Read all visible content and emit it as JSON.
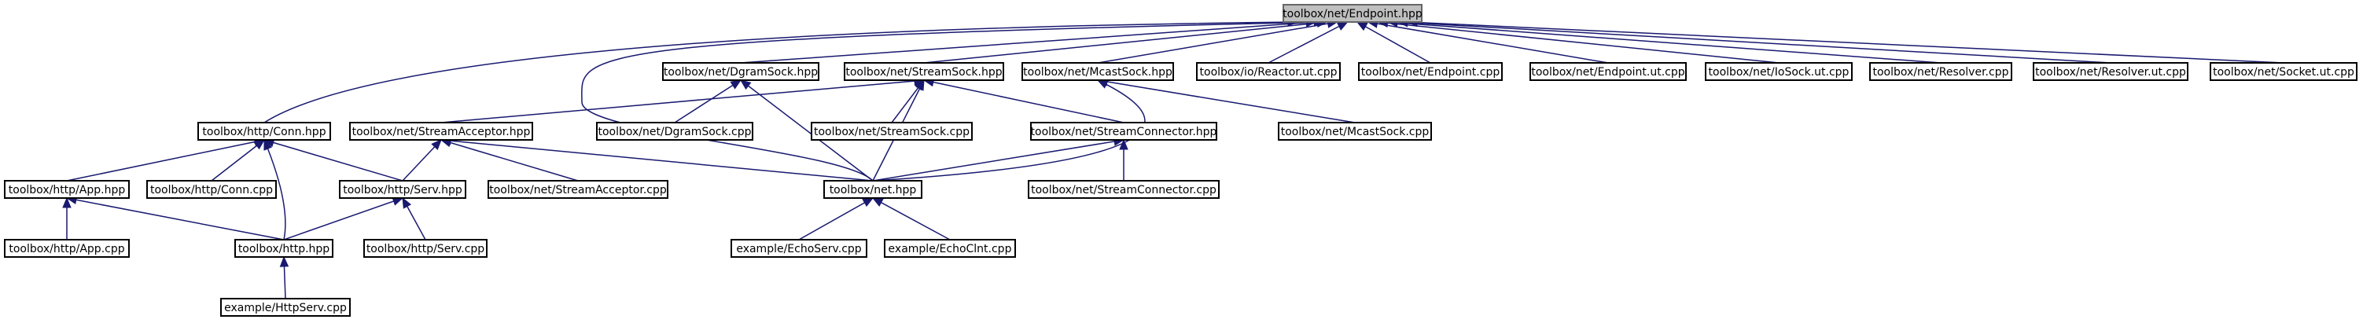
{
  "diagram": {
    "nodes": [
      {
        "id": "endpoint_hpp",
        "label": "toolbox/net/Endpoint.hpp",
        "root": true
      },
      {
        "id": "dgramsock_hpp",
        "label": "toolbox/net/DgramSock.hpp"
      },
      {
        "id": "streamsock_hpp",
        "label": "toolbox/net/StreamSock.hpp"
      },
      {
        "id": "mcastsock_hpp",
        "label": "toolbox/net/McastSock.hpp"
      },
      {
        "id": "reactor_ut",
        "label": "toolbox/io/Reactor.ut.cpp"
      },
      {
        "id": "endpoint_cpp",
        "label": "toolbox/net/Endpoint.cpp"
      },
      {
        "id": "endpoint_ut",
        "label": "toolbox/net/Endpoint.ut.cpp"
      },
      {
        "id": "iosock_ut",
        "label": "toolbox/net/IoSock.ut.cpp"
      },
      {
        "id": "resolver_cpp",
        "label": "toolbox/net/Resolver.cpp"
      },
      {
        "id": "resolver_ut",
        "label": "toolbox/net/Resolver.ut.cpp"
      },
      {
        "id": "socket_ut",
        "label": "toolbox/net/Socket.ut.cpp"
      },
      {
        "id": "conn_hpp",
        "label": "toolbox/http/Conn.hpp"
      },
      {
        "id": "streamacceptor_hpp",
        "label": "toolbox/net/StreamAcceptor.hpp"
      },
      {
        "id": "dgramsock_cpp",
        "label": "toolbox/net/DgramSock.cpp"
      },
      {
        "id": "streamsock_cpp",
        "label": "toolbox/net/StreamSock.cpp"
      },
      {
        "id": "streamconnector_hpp",
        "label": "toolbox/net/StreamConnector.hpp"
      },
      {
        "id": "mcastsock_cpp",
        "label": "toolbox/net/McastSock.cpp"
      },
      {
        "id": "app_hpp",
        "label": "toolbox/http/App.hpp"
      },
      {
        "id": "conn_cpp",
        "label": "toolbox/http/Conn.cpp"
      },
      {
        "id": "serv_hpp",
        "label": "toolbox/http/Serv.hpp"
      },
      {
        "id": "streamacceptor_cpp",
        "label": "toolbox/net/StreamAcceptor.cpp"
      },
      {
        "id": "net_hpp",
        "label": "toolbox/net.hpp"
      },
      {
        "id": "streamconnector_cpp",
        "label": "toolbox/net/StreamConnector.cpp"
      },
      {
        "id": "app_cpp",
        "label": "toolbox/http/App.cpp"
      },
      {
        "id": "http_hpp",
        "label": "toolbox/http.hpp"
      },
      {
        "id": "serv_cpp",
        "label": "toolbox/http/Serv.cpp"
      },
      {
        "id": "echoserv_cpp",
        "label": "example/EchoServ.cpp"
      },
      {
        "id": "echoclnt_cpp",
        "label": "example/EchoClnt.cpp"
      },
      {
        "id": "httpserv_cpp",
        "label": "example/HttpServ.cpp"
      }
    ],
    "edges": [
      {
        "from": "dgramsock_hpp",
        "to": "endpoint_hpp"
      },
      {
        "from": "streamsock_hpp",
        "to": "endpoint_hpp"
      },
      {
        "from": "mcastsock_hpp",
        "to": "endpoint_hpp"
      },
      {
        "from": "reactor_ut",
        "to": "endpoint_hpp"
      },
      {
        "from": "endpoint_cpp",
        "to": "endpoint_hpp"
      },
      {
        "from": "endpoint_ut",
        "to": "endpoint_hpp"
      },
      {
        "from": "iosock_ut",
        "to": "endpoint_hpp"
      },
      {
        "from": "resolver_cpp",
        "to": "endpoint_hpp"
      },
      {
        "from": "resolver_ut",
        "to": "endpoint_hpp"
      },
      {
        "from": "socket_ut",
        "to": "endpoint_hpp"
      },
      {
        "from": "conn_hpp",
        "to": "endpoint_hpp"
      },
      {
        "from": "net_hpp",
        "to": "endpoint_hpp"
      },
      {
        "from": "dgramsock_cpp",
        "to": "dgramsock_hpp"
      },
      {
        "from": "net_hpp",
        "to": "dgramsock_hpp"
      },
      {
        "from": "streamacceptor_hpp",
        "to": "streamsock_hpp"
      },
      {
        "from": "streamsock_cpp",
        "to": "streamsock_hpp"
      },
      {
        "from": "streamconnector_hpp",
        "to": "streamsock_hpp"
      },
      {
        "from": "net_hpp",
        "to": "streamsock_hpp"
      },
      {
        "from": "mcastsock_cpp",
        "to": "mcastsock_hpp"
      },
      {
        "from": "net_hpp",
        "to": "mcastsock_hpp"
      },
      {
        "from": "app_hpp",
        "to": "conn_hpp"
      },
      {
        "from": "conn_cpp",
        "to": "conn_hpp"
      },
      {
        "from": "serv_hpp",
        "to": "conn_hpp"
      },
      {
        "from": "http_hpp",
        "to": "conn_hpp"
      },
      {
        "from": "serv_hpp",
        "to": "streamacceptor_hpp"
      },
      {
        "from": "streamacceptor_cpp",
        "to": "streamacceptor_hpp"
      },
      {
        "from": "net_hpp",
        "to": "streamacceptor_hpp"
      },
      {
        "from": "net_hpp",
        "to": "streamconnector_hpp"
      },
      {
        "from": "streamconnector_cpp",
        "to": "streamconnector_hpp"
      },
      {
        "from": "app_cpp",
        "to": "app_hpp"
      },
      {
        "from": "http_hpp",
        "to": "app_hpp"
      },
      {
        "from": "http_hpp",
        "to": "serv_hpp"
      },
      {
        "from": "serv_cpp",
        "to": "serv_hpp"
      },
      {
        "from": "echoserv_cpp",
        "to": "net_hpp"
      },
      {
        "from": "echoclnt_cpp",
        "to": "net_hpp"
      },
      {
        "from": "httpserv_cpp",
        "to": "http_hpp"
      }
    ]
  }
}
